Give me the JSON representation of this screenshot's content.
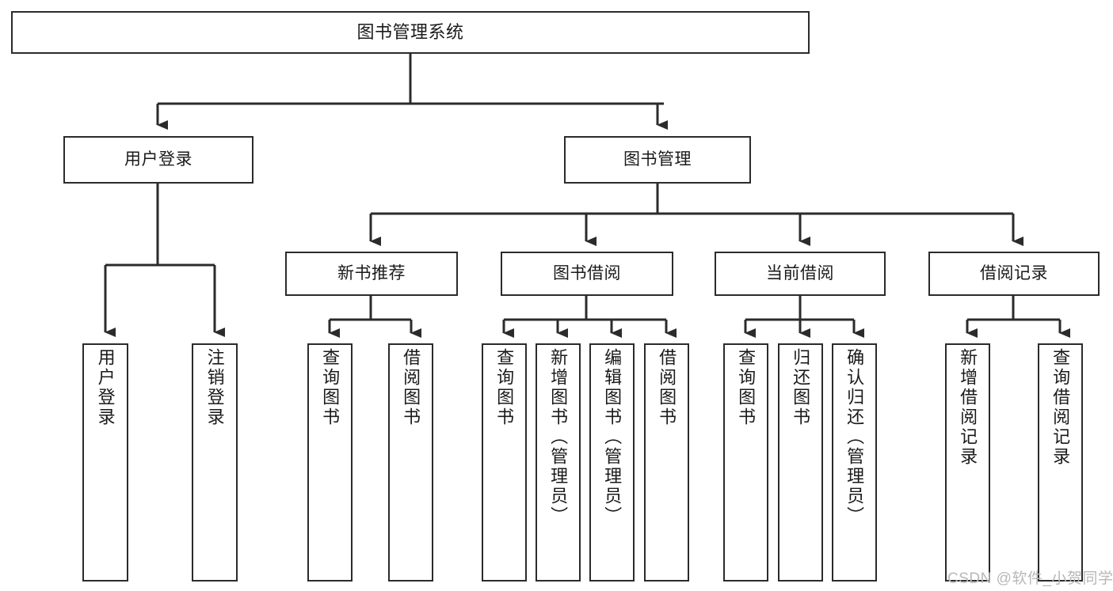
{
  "diagram": {
    "type": "tree-hierarchy-chart",
    "title": "图书管理系统",
    "stroke_color": "#2b2b2b",
    "fill_color": "#ffffff",
    "levels": [
      {
        "level": 1,
        "nodes": [
          {
            "id": "root",
            "label": "图书管理系统"
          }
        ]
      },
      {
        "level": 2,
        "nodes": [
          {
            "id": "login",
            "label": "用户登录",
            "parent": "root"
          },
          {
            "id": "bookmgmt",
            "label": "图书管理",
            "parent": "root"
          }
        ]
      },
      {
        "level": 3,
        "nodes": [
          {
            "id": "recommend",
            "label": "新书推荐",
            "parent": "bookmgmt"
          },
          {
            "id": "borrow",
            "label": "图书借阅",
            "parent": "bookmgmt"
          },
          {
            "id": "current",
            "label": "当前借阅",
            "parent": "bookmgmt"
          },
          {
            "id": "records",
            "label": "借阅记录",
            "parent": "bookmgmt"
          }
        ]
      },
      {
        "level": 4,
        "nodes": [
          {
            "id": "leaf1",
            "label": "用户登录",
            "parent": "login"
          },
          {
            "id": "leaf2",
            "label": "注销登录",
            "parent": "login"
          },
          {
            "id": "leaf3",
            "label": "查询图书",
            "parent": "recommend"
          },
          {
            "id": "leaf4",
            "label": "借阅图书",
            "parent": "recommend"
          },
          {
            "id": "leaf5",
            "label": "查询图书",
            "parent": "borrow"
          },
          {
            "id": "leaf6",
            "label": "新增图书（管理员）",
            "parent": "borrow"
          },
          {
            "id": "leaf7",
            "label": "编辑图书（管理员）",
            "parent": "borrow"
          },
          {
            "id": "leaf8",
            "label": "借阅图书",
            "parent": "borrow"
          },
          {
            "id": "leaf9",
            "label": "查询图书",
            "parent": "current"
          },
          {
            "id": "leaf10",
            "label": "归还图书",
            "parent": "current"
          },
          {
            "id": "leaf11",
            "label": "确认归还（管理员）",
            "parent": "current"
          },
          {
            "id": "leaf12",
            "label": "新增借阅记录",
            "parent": "records"
          },
          {
            "id": "leaf13",
            "label": "查询借阅记录",
            "parent": "records"
          }
        ]
      }
    ]
  },
  "watermark": {
    "text": "CSDN @软件_小贺同学",
    "color": "#b8b8b8"
  }
}
